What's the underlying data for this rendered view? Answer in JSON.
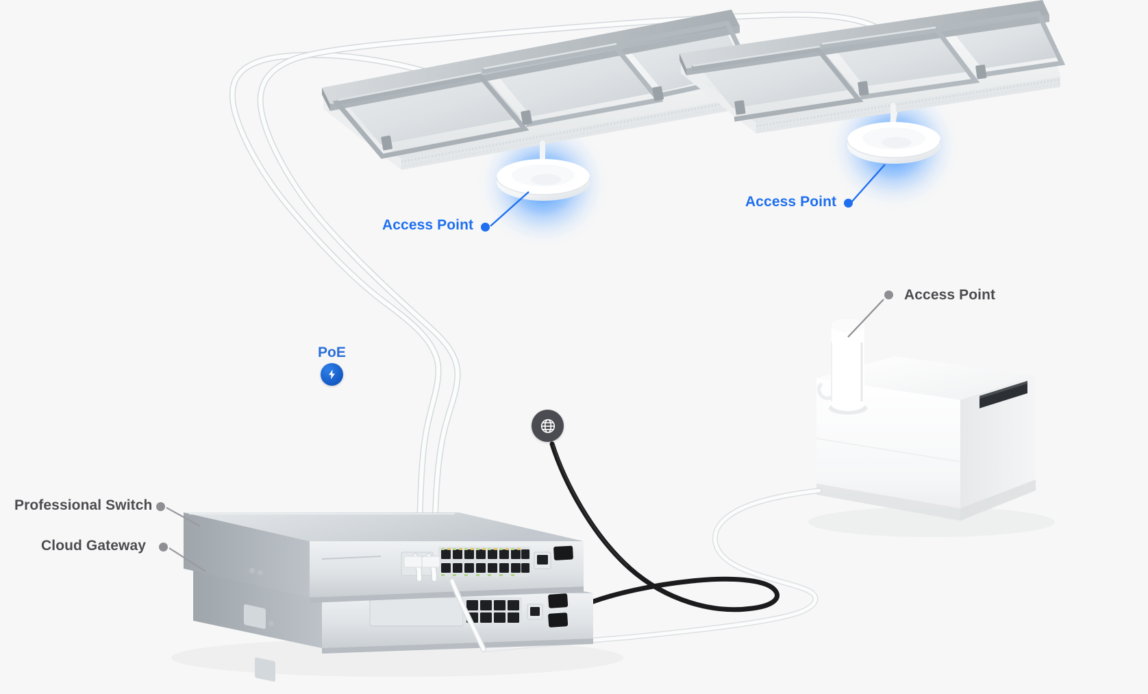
{
  "diagram": {
    "title": "Network topology: ceiling access points, switch stack and cabinet",
    "background_color": "#f7f7f7",
    "accent_blue": "#1f6ff0",
    "label_gray": "#4c4c50",
    "dot_gray": "#8e8e93",
    "globe_badge_color": "#4b4b52",
    "poe_badge_color": "#1359c4"
  },
  "labels": {
    "access_point_left": {
      "text": "Access Point",
      "color": "#1f6ff0"
    },
    "access_point_middle": {
      "text": "Access Point",
      "color": "#1f6ff0"
    },
    "access_point_right": {
      "text": "Access Point",
      "color": "#4c4c50"
    },
    "professional_switch": {
      "text": "Professional Switch",
      "color": "#4c4c50"
    },
    "cloud_gateway": {
      "text": "Cloud Gateway",
      "color": "#4c4c50"
    },
    "poe": {
      "text": "PoE",
      "color": "#2c6fd8"
    }
  },
  "icons": {
    "poe_badge": "lightning-bolt-icon",
    "internet_badge": "globe-icon"
  },
  "devices": [
    {
      "name": "ceiling-access-point-left",
      "kind": "ceiling-mounted disc access point",
      "glow": true
    },
    {
      "name": "ceiling-access-point-right",
      "kind": "ceiling-mounted disc access point",
      "glow": true
    },
    {
      "name": "cabinet-access-point",
      "kind": "cylindrical access point on cabinet",
      "glow": false
    },
    {
      "name": "professional-switch",
      "kind": "rack switch with RJ45 port bank"
    },
    {
      "name": "cloud-gateway",
      "kind": "rack gateway with RJ45 port bank"
    },
    {
      "name": "white-cabinet",
      "kind": "white equipment cabinet with recessed handle"
    }
  ],
  "cables": [
    {
      "name": "poe-uplink-left-ap",
      "color": "white",
      "type": "ethernet"
    },
    {
      "name": "poe-uplink-right-ap",
      "color": "white",
      "type": "ethernet"
    },
    {
      "name": "internet-wan-cable",
      "color": "black",
      "type": "wan"
    },
    {
      "name": "cabinet-downlink",
      "color": "white",
      "type": "ethernet"
    }
  ]
}
